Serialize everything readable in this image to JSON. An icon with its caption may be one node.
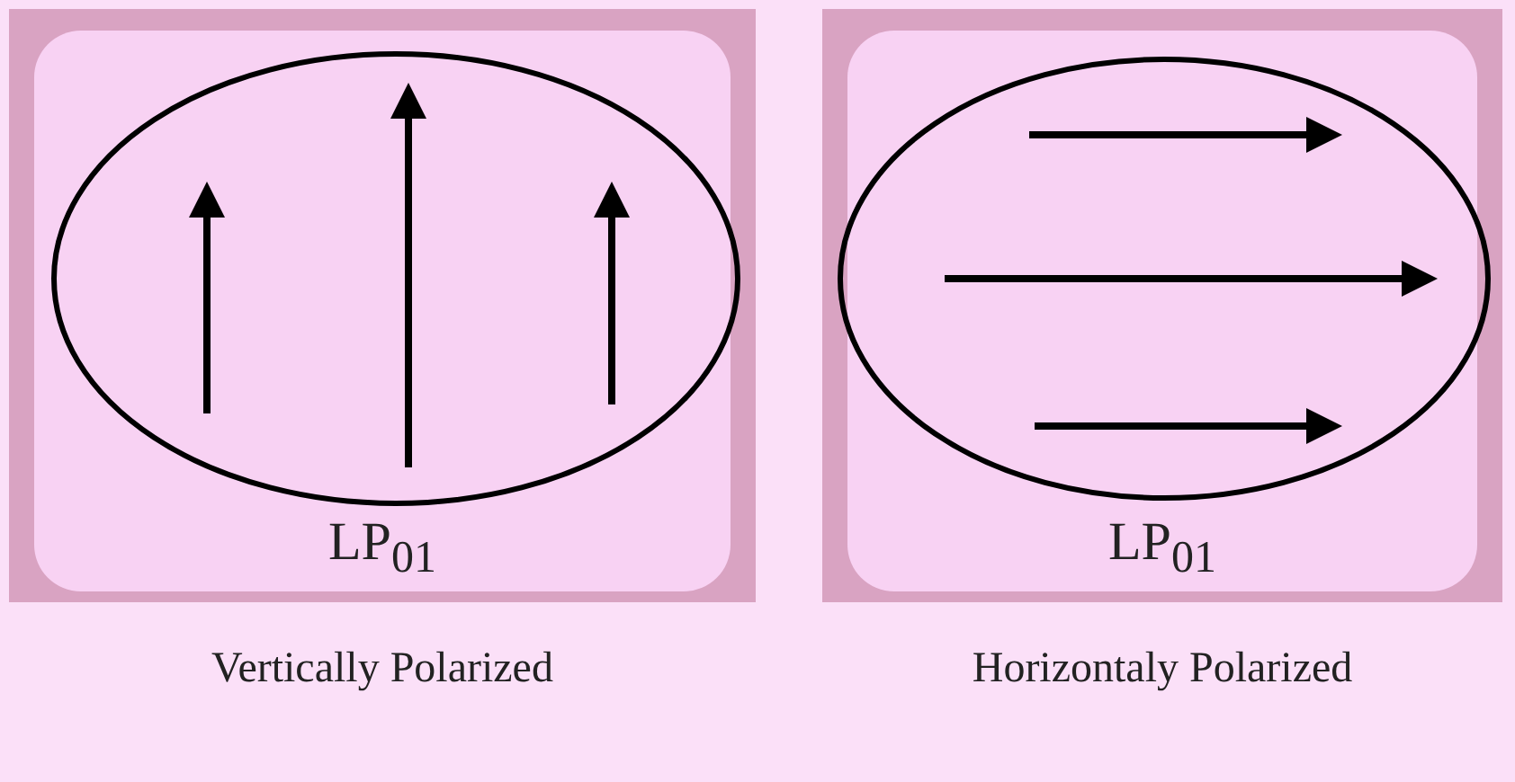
{
  "diagram": {
    "nodes": [
      {
        "text": [
          "LP$_{01}$"
        ],
        "beside": [
          "Vertically Polarized"
        ]
      },
      {
        "text": [
          "LP$_{01}$"
        ],
        "beside": [
          "Horizontaly Polarized"
        ]
      }
    ]
  }
}
